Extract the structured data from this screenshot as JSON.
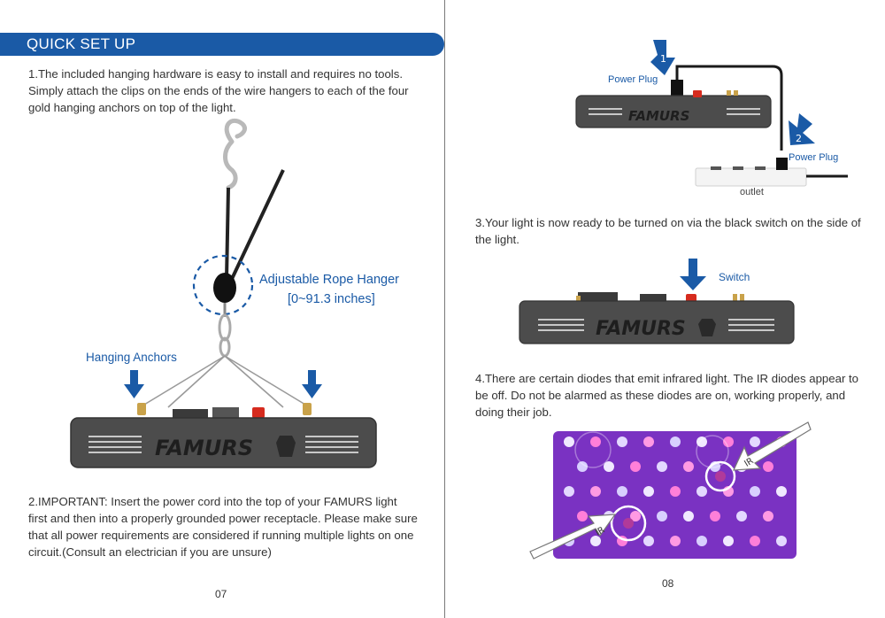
{
  "header": {
    "title": "QUICK SET UP"
  },
  "steps": {
    "step1": "1.The included hanging hardware is easy to install and requires no tools. Simply attach the clips on the ends of the wire hangers to each of the four gold hanging anchors on top of the light.",
    "step2": "2.IMPORTANT: Insert the power cord into the top of your FAMURS light first and then into a properly grounded power receptacle. Please make sure that all power requirements are considered if running multiple lights on one circuit.(Consult an electrician if you are unsure)",
    "step3": "3.Your light is now ready to be turned on via the black switch on the side of the light.",
    "step4": "4.There are certain diodes that emit infrared light. The IR diodes appear to be off. Do not be alarmed as these diodes are on, working properly, and doing their job."
  },
  "labels": {
    "rope_hanger_title": "Adjustable Rope Hanger",
    "rope_hanger_range": "[0~91.3 inches]",
    "hanging_anchors": "Hanging Anchors",
    "power_plug_1": "Power Plug",
    "power_plug_2": "Power Plug",
    "outlet": "outlet",
    "switch": "Switch",
    "callout_1": "1",
    "callout_2": "2",
    "ir_1": "IR",
    "ir_2": "IR"
  },
  "brand": {
    "logo_text": "FAMURS"
  },
  "pages": {
    "left": "07",
    "right": "08"
  },
  "colors": {
    "accent_blue": "#1a5aa6",
    "panel_dark": "#4a4a4a",
    "switch_red": "#d62b1e",
    "led_purple": "#8a3ad0"
  }
}
